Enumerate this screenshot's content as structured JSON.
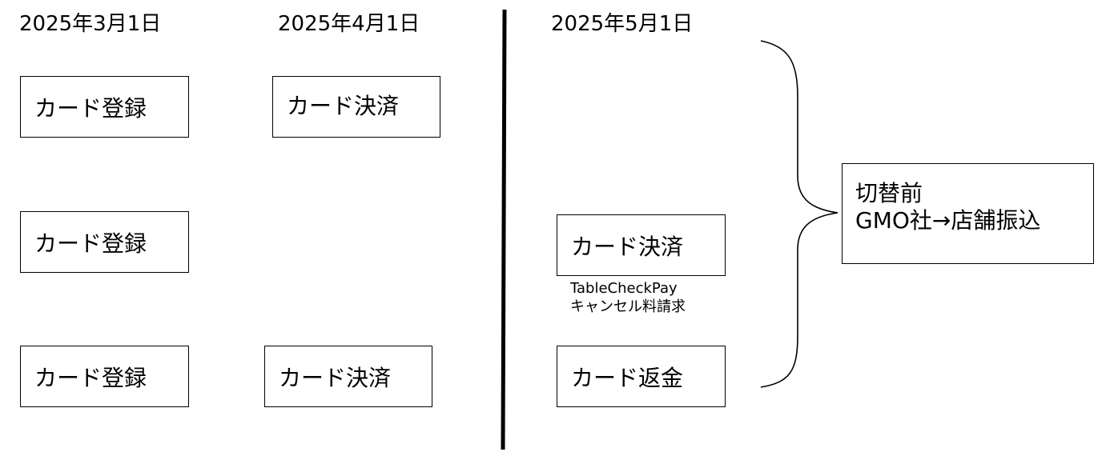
{
  "dates": [
    "2025年3月1日",
    "2025年4月1日",
    "2025年5月1日"
  ],
  "rows": [
    {
      "registration": "カード登録",
      "april_action": "カード決済"
    },
    {
      "registration": "カード登録",
      "may_action": "カード決済",
      "may_note": [
        "TableCheckPay",
        "キャンセル料請求"
      ]
    },
    {
      "registration": "カード登録",
      "april_action": "カード決済",
      "may_action": "カード返金"
    }
  ],
  "result_box": {
    "line1": "切替前",
    "line2": "GMO社→店舗振込"
  }
}
